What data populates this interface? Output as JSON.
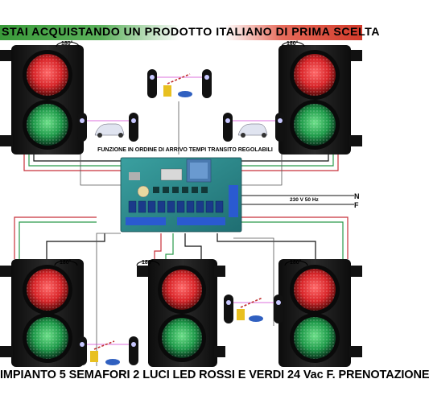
{
  "banner": {
    "text": "STAI ACQUISTANDO UN PRODOTTO ITALIANO DI PRIMA SCELTA",
    "colors": [
      "#3a9a3a",
      "#ffffff",
      "#d23a2a"
    ]
  },
  "caption": "FUNZIONE IN ORDINE DI ARRIVO TEMPI TRANSITO REGOLABILI",
  "power": {
    "voltage": "230 V 50 Hz",
    "neutral_label": "N",
    "phase_label": "F"
  },
  "rotation_label": "180°",
  "footer": "IMPIANTO 5 SEMAFORI 2 LUCI LED ROSSI E VERDI 24 Vac F. PRENOTAZIONE",
  "colors": {
    "red_lamp": "#d8262a",
    "green_lamp": "#1f9a4a",
    "housing": "#1a1a1a",
    "board": "#2c8a8a",
    "wire_red": "#c8303a",
    "wire_green": "#2a9a4a",
    "wire_black": "#111111"
  }
}
